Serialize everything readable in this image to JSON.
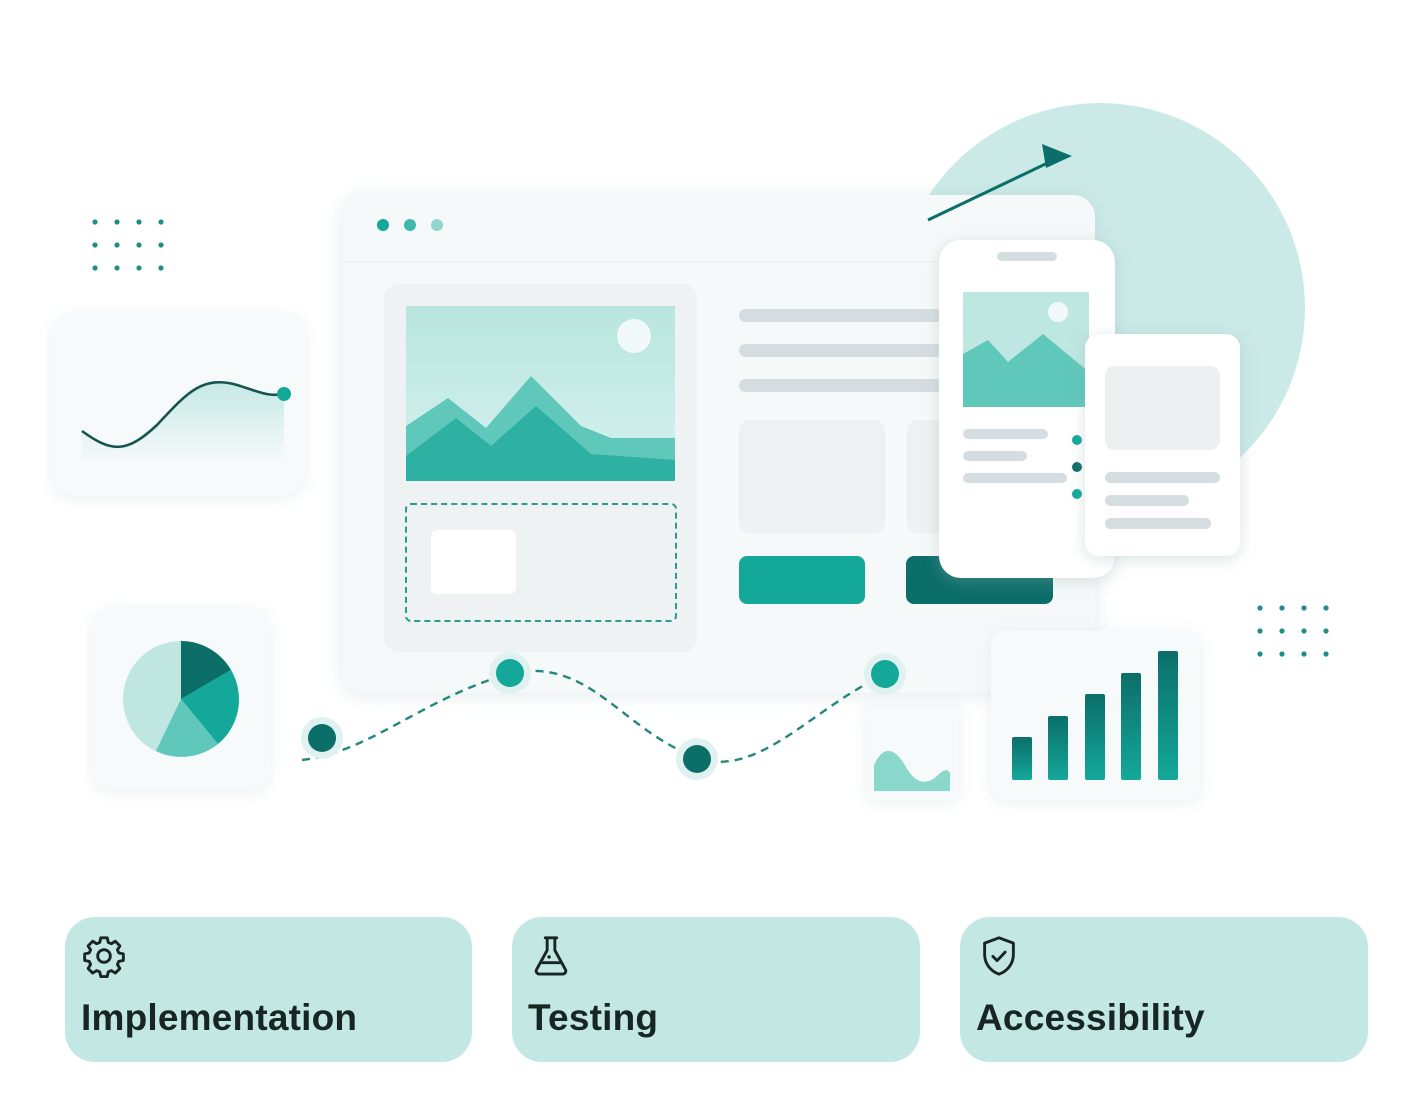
{
  "features": [
    {
      "label": "Implementation",
      "icon": "gear-icon"
    },
    {
      "label": "Testing",
      "icon": "flask-icon"
    },
    {
      "label": "Accessibility",
      "icon": "shield-check-icon"
    }
  ],
  "colors": {
    "teal": "#14a89a",
    "dark_teal": "#0c6e69",
    "light_teal": "#c3e7e3",
    "pale_teal": "#cbeae7"
  }
}
